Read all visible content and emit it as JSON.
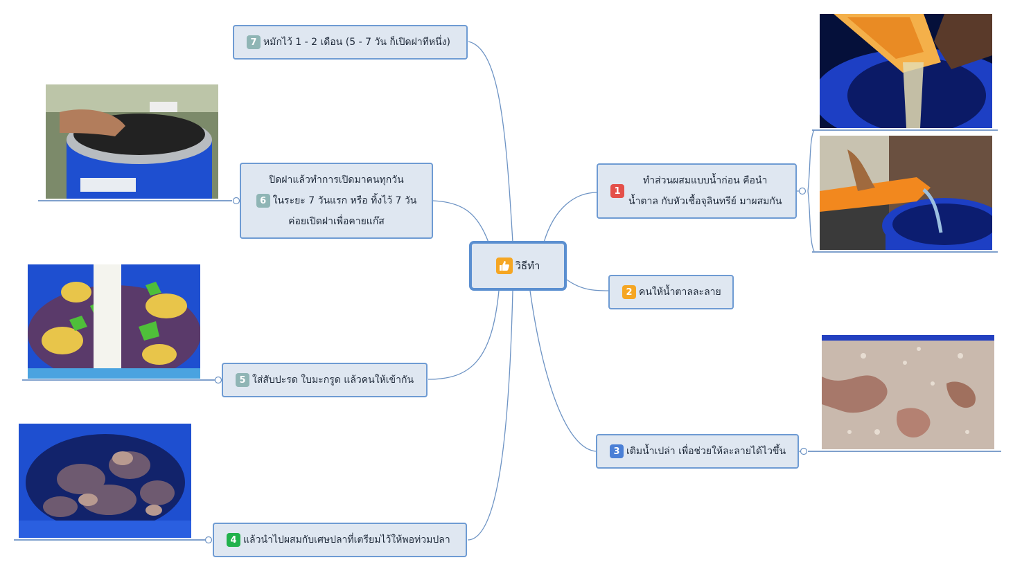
{
  "central": {
    "label": "วิธีทำ",
    "icon": "thumbs-up-icon"
  },
  "steps": [
    {
      "number": "1",
      "color": "#e4504a",
      "lines": [
        "ทำส่วนผสมแบบน้ำก่อน คือนำ",
        "น้ำตาล กับหัวเชื้อจุลินทรีย์ มาผสมกัน"
      ]
    },
    {
      "number": "2",
      "color": "#f5a623",
      "lines": [
        "คนให้น้ำตาลละลาย"
      ]
    },
    {
      "number": "3",
      "color": "#4a7fd6",
      "lines": [
        "เติมน้ำเปล่า เพื่อช่วยให้ละลายได้ไวขึ้น"
      ]
    },
    {
      "number": "4",
      "color": "#22b24c",
      "lines": [
        "แล้วนำไปผสมกับเศษปลาที่เตรียมไว้ให้พอท่วมปลา"
      ]
    },
    {
      "number": "5",
      "color": "#8fb5b5",
      "lines": [
        "ใส่สับปะรด ใบมะกรูด แล้วคนให้เข้ากัน"
      ]
    },
    {
      "number": "6",
      "color": "#8fb5b5",
      "lines": [
        "ปิดฝาแล้วทำการเปิดมาคนทุกวัน",
        "ในระยะ 7 วันแรก  หรือ ทิ้งไว้ 7 วัน",
        "ค่อยเปิดฝาเพื่อคายแก๊ส"
      ]
    },
    {
      "number": "7",
      "color": "#8fb5b5",
      "lines": [
        "หมักไว้ 1 - 2 เดือน (5 - 7 วัน ก็เปิดฝาทีหนึ่ง)"
      ]
    }
  ],
  "colors": {
    "border": "#6e9bd3",
    "fill": "#dfe7f1",
    "line": "#6d93c4",
    "barrel_blue": "#1e4fd0"
  }
}
